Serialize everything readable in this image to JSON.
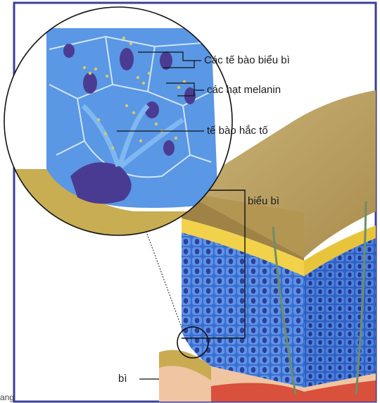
{
  "labels": {
    "epidermal_cells": "Các tế bào biểu bì",
    "melanin_granules": "các hạt melanin",
    "melanocyte": "tế bào hắc tố",
    "epidermis": "biểu bì",
    "dermis": "bì"
  },
  "corner_text": "ang",
  "colors": {
    "frame": "#3c3f98",
    "skin_top": "#b89e5e",
    "cell_blue": "#4d7fd6",
    "nucleus": "#3d2f86",
    "yellow_band": "#f2d24a",
    "dermis_red": "#d9503c"
  }
}
